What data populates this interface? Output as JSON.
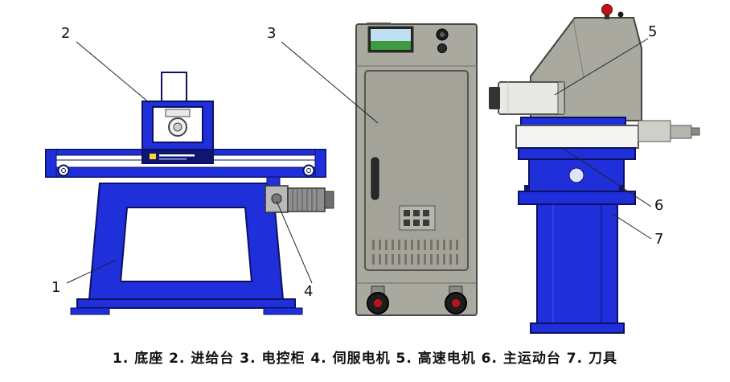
{
  "figure": {
    "caption": "1. 底座  2. 进给台  3. 电控柜  4. 伺服电机  5. 高速电机  6. 主运动台  7. 刀具",
    "callouts": [
      {
        "num": "1",
        "part": "底座"
      },
      {
        "num": "2",
        "part": "进给台"
      },
      {
        "num": "3",
        "part": "电控柜"
      },
      {
        "num": "4",
        "part": "伺服电机"
      },
      {
        "num": "5",
        "part": "高速电机"
      },
      {
        "num": "6",
        "part": "主运动台"
      },
      {
        "num": "7",
        "part": "刀具"
      }
    ],
    "colors": {
      "machine_blue": "#1f2fd9",
      "machine_outline": "#0b1160",
      "cabinet_gray": "#a9a99f",
      "button_red": "#c11212"
    }
  }
}
